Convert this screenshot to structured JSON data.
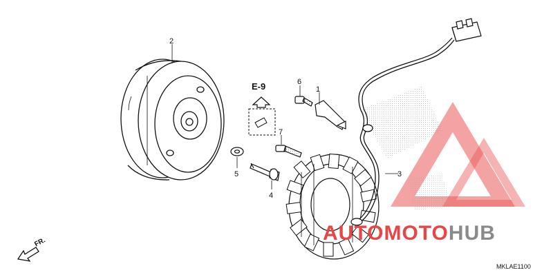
{
  "callouts": {
    "c1": "1",
    "c2": "2",
    "c3": "3",
    "c4": "4",
    "c5": "5",
    "c6": "6",
    "c7": "7"
  },
  "reference": {
    "label": "E-9"
  },
  "direction": {
    "label": "FR."
  },
  "diagram_code": "MKLAE1100",
  "watermark": {
    "part1": "AUTOMOTO",
    "part2": "HUB"
  },
  "colors": {
    "line": "#111111",
    "watermark_red": "#e84545",
    "watermark_gray": "#8a8a8a"
  }
}
